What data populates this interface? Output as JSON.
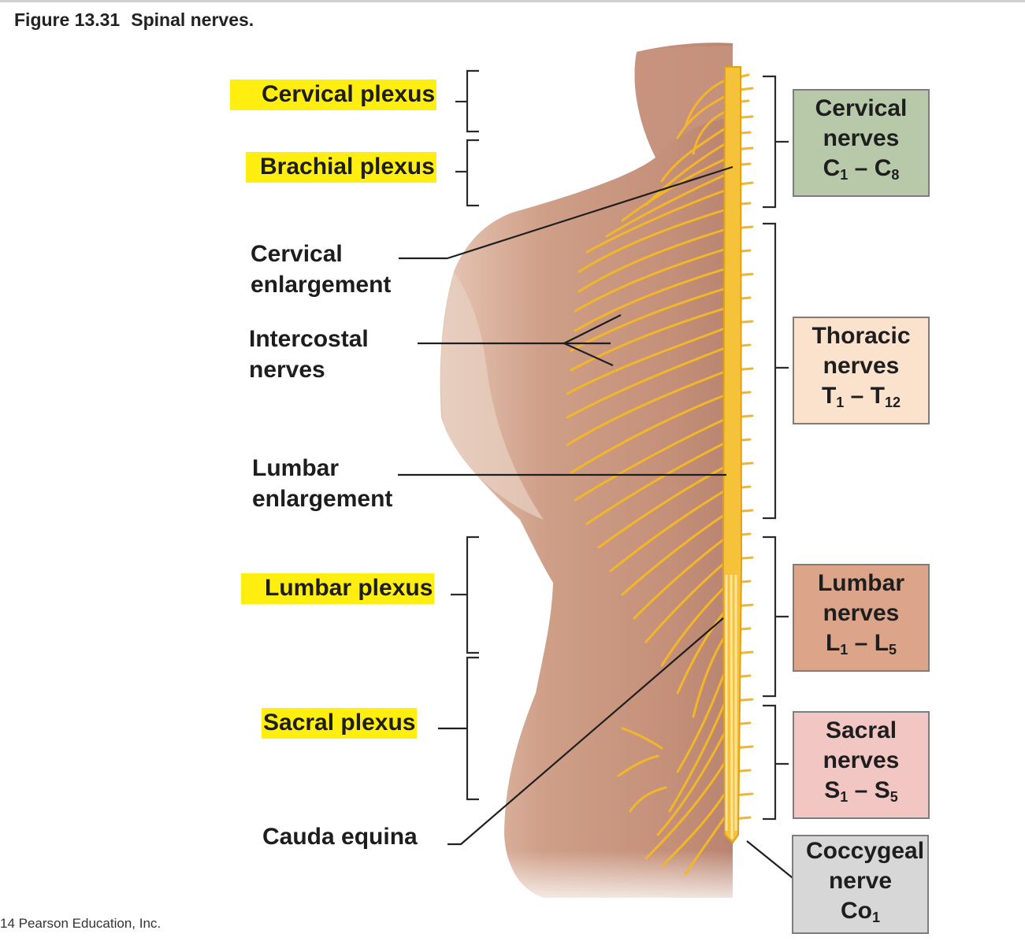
{
  "figure": {
    "number": "Figure 13.31",
    "title": "Spinal nerves."
  },
  "copyright": "14 Pearson Education, Inc.",
  "colors": {
    "highlight": "#ffee10",
    "nerve": "#f2b62a",
    "skin": "#c9987f",
    "cervical_box": "#b7c9a9",
    "thoracic_box": "#fbe2cc",
    "lumbar_box": "#dca58a",
    "sacral_box": "#f2c6c3",
    "coccygeal_box": "#d7d7d7"
  },
  "left_labels": {
    "cervical_plexus": "Cervical plexus",
    "brachial_plexus": "Brachial plexus",
    "cervical_enlargement": [
      "Cervical",
      "enlargement"
    ],
    "intercostal_nerves": [
      "Intercostal",
      "nerves"
    ],
    "lumbar_enlargement": [
      "Lumbar",
      "enlargement"
    ],
    "lumbar_plexus": "Lumbar plexus",
    "sacral_plexus": "Sacral plexus",
    "cauda_equina": "Cauda equina"
  },
  "nerve_groups": {
    "cervical": {
      "line1": "Cervical",
      "line2": "nerves",
      "a_letter": "C",
      "a_sub": "1",
      "dash": "–",
      "b_letter": "C",
      "b_sub": "8"
    },
    "thoracic": {
      "line1": "Thoracic",
      "line2": "nerves",
      "a_letter": "T",
      "a_sub": "1",
      "dash": "–",
      "b_letter": "T",
      "b_sub": "12"
    },
    "lumbar": {
      "line1": "Lumbar",
      "line2": "nerves",
      "a_letter": "L",
      "a_sub": "1",
      "dash": "–",
      "b_letter": "L",
      "b_sub": "5"
    },
    "sacral": {
      "line1": "Sacral",
      "line2": "nerves",
      "a_letter": "S",
      "a_sub": "1",
      "dash": "–",
      "b_letter": "S",
      "b_sub": "5"
    },
    "coccygeal": {
      "line1": "Coccygeal",
      "line2": "nerve",
      "a_letter": "Co",
      "a_sub": "1"
    }
  }
}
